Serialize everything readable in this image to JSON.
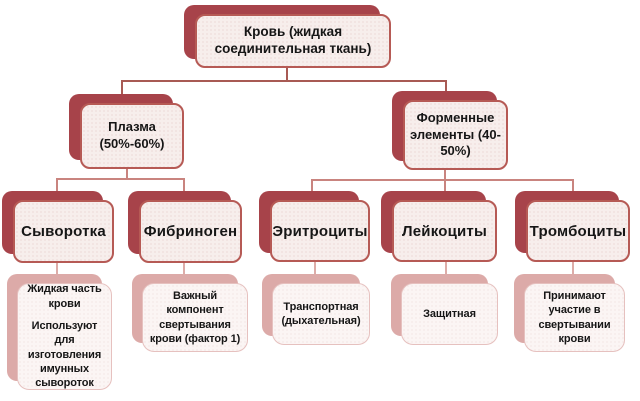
{
  "diagram_title": "Кровь (жидкая соединительная ткань)",
  "colors": {
    "dark_shadow": "#a7434a",
    "box_border": "#b65a55",
    "box_fill": "#f7eeec",
    "light_shadow": "#dcaaa8",
    "light_border": "#e6c1bf",
    "light_fill": "#fbf5f4",
    "connector": "#a85a54",
    "connector_mid": "#c9847f",
    "connector_light": "#ddaca8"
  },
  "nodes": {
    "root": {
      "label": "Кровь (жидкая соединительная ткань)"
    },
    "plasma": {
      "label": "Плазма (50%-60%)"
    },
    "formed_elements": {
      "label": "Форменные элементы (40-50%)"
    },
    "serum": {
      "label": "Сыворотка",
      "desc_line1": "Жидкая часть крови",
      "desc_line2": "Используют для изготовления имунных сывороток"
    },
    "fibrinogen": {
      "label": "Фибриноген",
      "desc": "Важный компонент свертывания крови (фактор 1)"
    },
    "erythrocytes": {
      "label": "Эритроциты",
      "desc": "Транспортная (дыхательная)"
    },
    "leukocytes": {
      "label": "Лейкоциты",
      "desc": "Защитная"
    },
    "platelets": {
      "label": "Тромбоциты",
      "desc": "Принимают участие в свертывании крови"
    }
  }
}
